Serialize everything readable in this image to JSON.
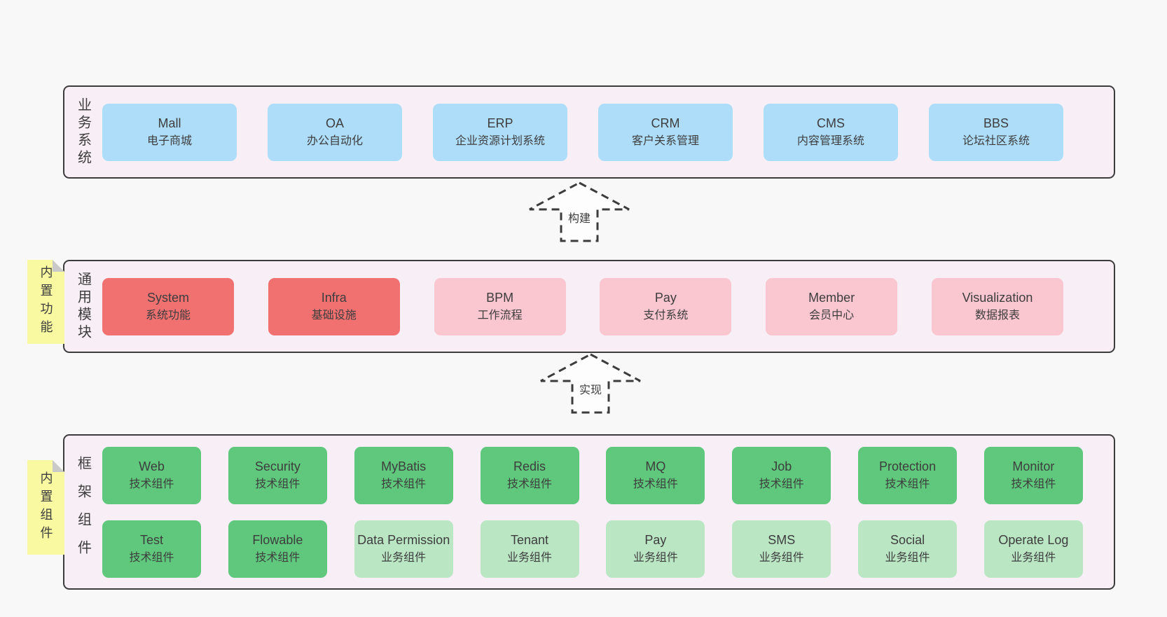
{
  "colors": {
    "page_bg": "#f8f8f8",
    "section_bg": "#f8eef6",
    "section_border": "#3c3c3c",
    "box_blue": "#aeddfa",
    "box_red": "#f17070",
    "box_pink": "#fac6d0",
    "box_green": "#5fc87c",
    "box_green_light": "#bae6c4",
    "tag_yellow": "#f8f9a1",
    "tag_fold_gray": "#c9c9c9",
    "text": "#3d3d3d"
  },
  "arrows": [
    {
      "label": "构建"
    },
    {
      "label": "实现"
    }
  ],
  "sections": [
    {
      "label": "业务系统",
      "boxes": [
        {
          "name": "Mall",
          "desc": "电子商城",
          "variant": "blue"
        },
        {
          "name": "OA",
          "desc": "办公自动化",
          "variant": "blue"
        },
        {
          "name": "ERP",
          "desc": "企业资源计划系统",
          "variant": "blue"
        },
        {
          "name": "CRM",
          "desc": "客户关系管理",
          "variant": "blue"
        },
        {
          "name": "CMS",
          "desc": "内容管理系统",
          "variant": "blue"
        },
        {
          "name": "BBS",
          "desc": "论坛社区系统",
          "variant": "blue"
        }
      ]
    },
    {
      "label": "通用模块",
      "tag": "内置功能",
      "boxes": [
        {
          "name": "System",
          "desc": "系统功能",
          "variant": "red"
        },
        {
          "name": "Infra",
          "desc": "基础设施",
          "variant": "red"
        },
        {
          "name": "BPM",
          "desc": "工作流程",
          "variant": "pink"
        },
        {
          "name": "Pay",
          "desc": "支付系统",
          "variant": "pink"
        },
        {
          "name": "Member",
          "desc": "会员中心",
          "variant": "pink"
        },
        {
          "name": "Visualization",
          "desc": "数据报表",
          "variant": "pink"
        }
      ]
    },
    {
      "label": "框架组件",
      "tag": "内置组件",
      "rows": [
        {
          "boxes": [
            {
              "name": "Web",
              "desc": "技术组件",
              "variant": "green"
            },
            {
              "name": "Security",
              "desc": "技术组件",
              "variant": "green"
            },
            {
              "name": "MyBatis",
              "desc": "技术组件",
              "variant": "green"
            },
            {
              "name": "Redis",
              "desc": "技术组件",
              "variant": "green"
            },
            {
              "name": "MQ",
              "desc": "技术组件",
              "variant": "green"
            },
            {
              "name": "Job",
              "desc": "技术组件",
              "variant": "green"
            },
            {
              "name": "Protection",
              "desc": "技术组件",
              "variant": "green"
            },
            {
              "name": "Monitor",
              "desc": "技术组件",
              "variant": "green"
            }
          ]
        },
        {
          "boxes": [
            {
              "name": "Test",
              "desc": "技术组件",
              "variant": "green"
            },
            {
              "name": "Flowable",
              "desc": "技术组件",
              "variant": "green"
            },
            {
              "name": "Data Permission",
              "desc": "业务组件",
              "variant": "green-light"
            },
            {
              "name": "Tenant",
              "desc": "业务组件",
              "variant": "green-light"
            },
            {
              "name": "Pay",
              "desc": "业务组件",
              "variant": "green-light"
            },
            {
              "name": "SMS",
              "desc": "业务组件",
              "variant": "green-light"
            },
            {
              "name": "Social",
              "desc": "业务组件",
              "variant": "green-light"
            },
            {
              "name": "Operate Log",
              "desc": "业务组件",
              "variant": "green-light"
            }
          ]
        }
      ]
    }
  ]
}
